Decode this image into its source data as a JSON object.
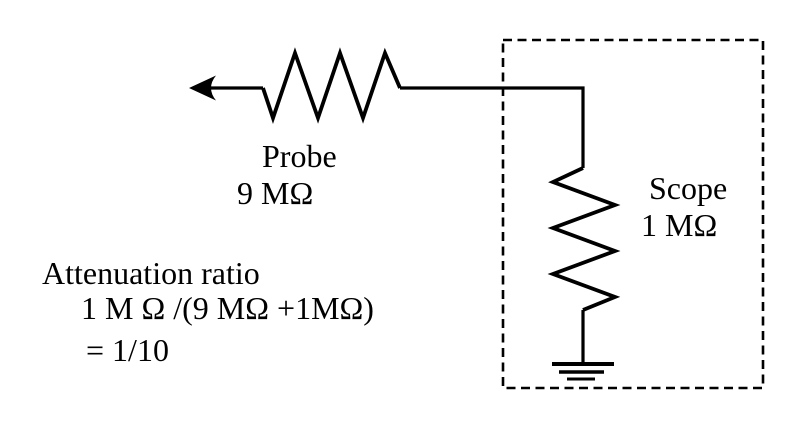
{
  "colors": {
    "line": "#000000",
    "text": "#000000",
    "background": "#ffffff"
  },
  "probe": {
    "label": "Probe",
    "value": "9 MΩ"
  },
  "scope": {
    "label": "Scope",
    "value": "1 MΩ"
  },
  "attenuation": {
    "title": "Attenuation ratio",
    "formula": "1 M Ω /(9 MΩ +1MΩ)",
    "result": "= 1/10"
  },
  "icons": {
    "probe_lead": "left-arrow",
    "ground": "earth-ground",
    "probe_resistor": "resistor-zigzag-horizontal",
    "scope_resistor": "resistor-zigzag-vertical"
  }
}
